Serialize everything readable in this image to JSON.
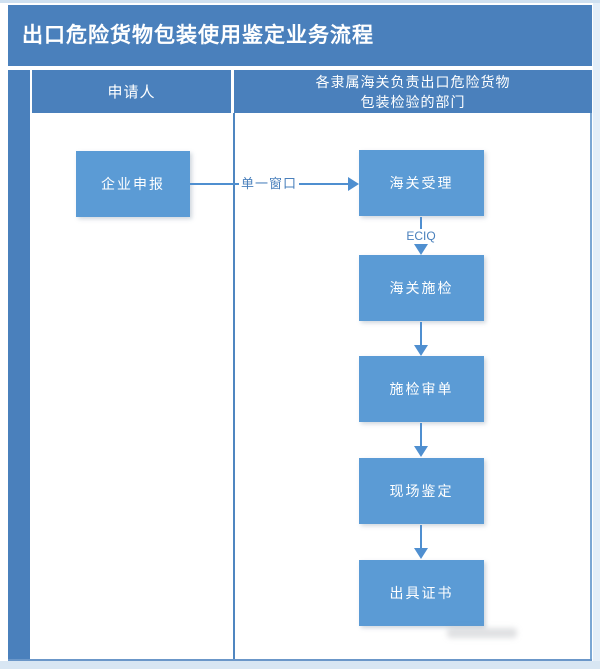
{
  "page": {
    "title": "出口危险货物包装使用鉴定业务流程"
  },
  "lanes": {
    "left_header": "申请人",
    "right_header_line1": "各隶属海关负责出口危险货物",
    "right_header_line2": "包装检验的部门"
  },
  "flow": {
    "applicant_box": "企业申报",
    "window_label": "单一窗口",
    "eciq_label": "ECIQ",
    "steps": [
      "海关受理",
      "海关施检",
      "施检审单",
      "现场鉴定",
      "出具证书"
    ]
  },
  "colors": {
    "band_blue": "#4a80bc",
    "node_blue": "#5b9bd5",
    "arrow_blue": "#4f8fd0",
    "border_light": "#7ba7d4"
  }
}
